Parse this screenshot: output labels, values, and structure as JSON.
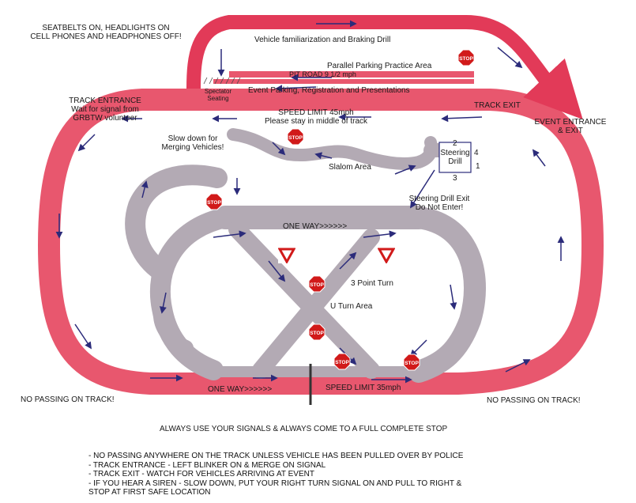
{
  "labels": {
    "seatbelts_line1": "SEATBELTS ON, HEADLIGHTS ON",
    "seatbelts_line2": "CELL PHONES AND HEADPHONES OFF!",
    "vehicle_familiarization": "Vehicle familiarization and Braking Drill",
    "parallel_parking": "Parallel Parking Practice Area",
    "pit_road": "PIT ROAD 9 1/2 mph",
    "spectator_line1": "Spectator",
    "spectator_line2": "Seating",
    "event_parking": "Event Parking, Registration and Presentations",
    "track_entrance_line1": "TRACK ENTRANCE",
    "track_entrance_line2": "Wait for signal from",
    "track_entrance_line3": "GRBTW volunteer",
    "track_exit": "TRACK EXIT",
    "event_entrance_line1": "EVENT ENTRANCE",
    "event_entrance_line2": "& EXIT",
    "speed_limit_top": "SPEED LIMIT 45mph",
    "stay_middle": "Please stay in middle of track",
    "slow_down_line1": "Slow down for",
    "slow_down_line2": "Merging Vehicles!",
    "slalom_area": "Slalom Area",
    "steering_drill_line1": "Steering",
    "steering_drill_line2": "Drill",
    "steering_num_2": "2",
    "steering_num_4": "4",
    "steering_num_1": "1",
    "steering_num_3": "3",
    "steering_exit_line1": "Steering Drill Exit",
    "steering_exit_line2": "Do Not Enter!",
    "one_way_top": "ONE WAY>>>>>>",
    "three_point_turn": "3 Point Turn",
    "u_turn_area": "U Turn Area",
    "one_way_bottom": "ONE WAY>>>>>>",
    "speed_limit_bottom": "SPEED LIMIT 35mph",
    "no_passing_left": "NO PASSING ON TRACK!",
    "no_passing_right": "NO PASSING ON TRACK!",
    "always_signals": "ALWAYS USE YOUR SIGNALS & ALWAYS COME TO A FULL COMPLETE STOP",
    "stop_sign": "STOP"
  },
  "notes": [
    "- NO PASSING ANYWHERE ON THE TRACK UNLESS VEHICLE HAS BEEN PULLED OVER BY POLICE",
    "- TRACK ENTRANCE - LEFT BLINKER ON & MERGE ON SIGNAL",
    "- TRACK EXIT - WATCH FOR VEHICLES ARRIVING AT EVENT",
    "- IF YOU HEAR A SIREN - SLOW DOWN, PUT YOUR RIGHT TURN SIGNAL ON AND PULL TO RIGHT &",
    "STOP AT FIRST SAFE LOCATION"
  ],
  "colors": {
    "track": "#e8576e",
    "infield": "#b3aab4",
    "arrow": "#2b2b7a",
    "stop": "#d11a1a",
    "divider": "#333333"
  },
  "icons": {
    "stop": "stop-sign-icon",
    "yield": "yield-sign-icon",
    "arrow": "direction-arrow-icon"
  }
}
